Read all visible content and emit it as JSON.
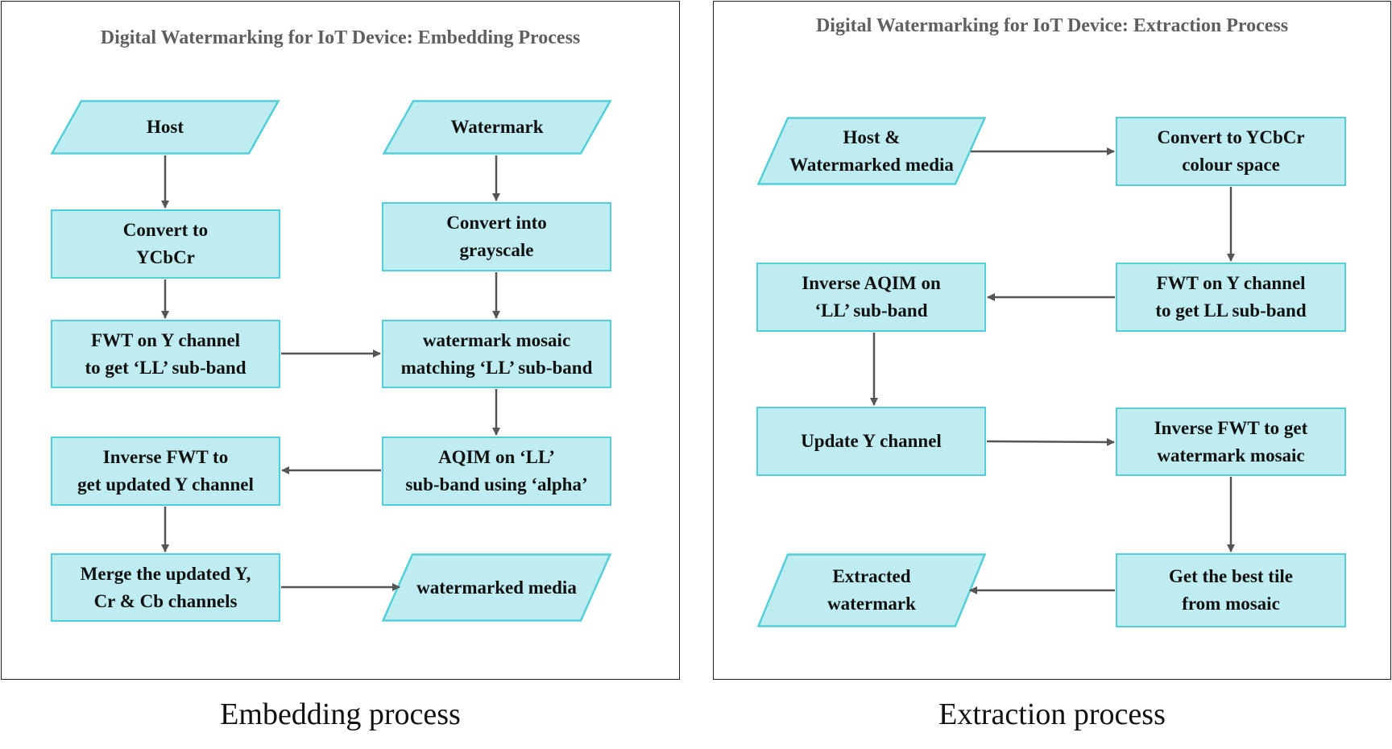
{
  "panels": {
    "embedding": {
      "title": "Digital Watermarking for IoT Device: Embedding Process",
      "caption": "Embedding process",
      "nodes": {
        "host": "Host",
        "watermark": "Watermark",
        "convert_ycbcr": "Convert to\nYCbCr",
        "convert_gray": "Convert into\ngrayscale",
        "fwt_y": "FWT on Y channel\nto get ‘LL’ sub-band",
        "mosaic": "watermark mosaic\nmatching ‘LL’ sub-band",
        "inverse_fwt": "Inverse FWT to\nget updated Y channel",
        "aqim": "AQIM on ‘LL’\nsub-band  using ‘alpha’",
        "merge": "Merge the updated Y,\nCr & Cb channels",
        "watermarked_media": "watermarked media"
      }
    },
    "extraction": {
      "title": "Digital Watermarking for IoT Device: Extraction Process",
      "caption": "Extraction process",
      "nodes": {
        "host_wm": "Host &\nWatermarked media",
        "convert_ycbcr": "Convert  to YCbCr\ncolour space",
        "inverse_aqim": "Inverse AQIM on\n‘LL’ sub-band",
        "fwt_y": "FWT on Y channel\nto get LL sub-band",
        "update_y": "Update Y channel",
        "inverse_fwt": "Inverse FWT to get\nwatermark mosaic",
        "extracted": "Extracted\nwatermark",
        "best_tile": "Get the best tile\nfrom mosaic"
      }
    }
  },
  "colors": {
    "node_fill": "#bfecf0",
    "node_border": "#52cfd8",
    "arrow": "#555555"
  }
}
